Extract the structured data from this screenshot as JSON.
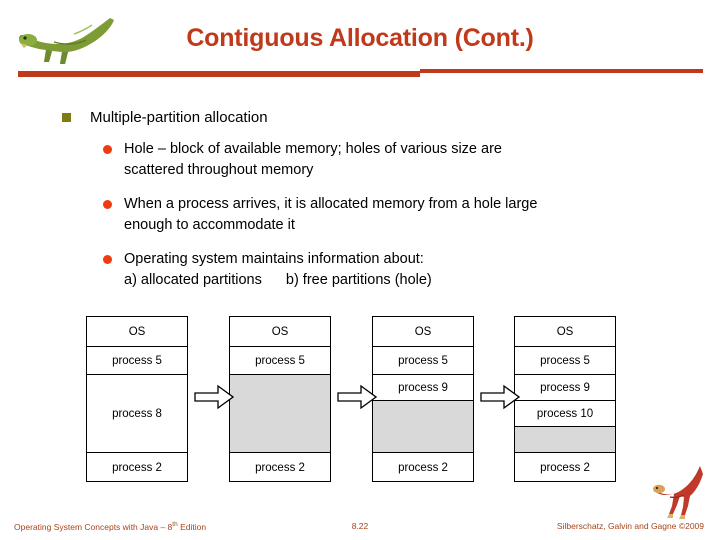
{
  "slide": {
    "title": "Contiguous Allocation (Cont.)",
    "accent_color": "#C0391B",
    "bullet1_color": "#7E7B10",
    "bullet2_color": "#F03B12",
    "hole_color": "#D9D9D9"
  },
  "bullets": {
    "level1": "Multiple-partition allocation",
    "level2": [
      {
        "line1": "Hole – block of available memory; holes of various size are",
        "line2": "scattered throughout memory"
      },
      {
        "line1": "When a process arrives, it is allocated memory from a hole large",
        "line2": "enough to accommodate it"
      },
      {
        "line1": "Operating system maintains information about:",
        "line2a": "a) allocated partitions",
        "line2b": "b) free partitions (hole)"
      }
    ]
  },
  "diagram": {
    "columns": [
      {
        "name": "state-1",
        "blocks": [
          {
            "label": "OS",
            "type": "process",
            "height": 30
          },
          {
            "label": "process 5",
            "type": "process",
            "height": 28
          },
          {
            "label": "process 8",
            "type": "process",
            "height": 78
          },
          {
            "label": "process 2",
            "type": "process",
            "height": 30
          }
        ]
      },
      {
        "name": "state-2",
        "blocks": [
          {
            "label": "OS",
            "type": "process",
            "height": 30
          },
          {
            "label": "process 5",
            "type": "process",
            "height": 28
          },
          {
            "label": "",
            "type": "hole",
            "height": 78
          },
          {
            "label": "process 2",
            "type": "process",
            "height": 30
          }
        ]
      },
      {
        "name": "state-3",
        "blocks": [
          {
            "label": "OS",
            "type": "process",
            "height": 30
          },
          {
            "label": "process 5",
            "type": "process",
            "height": 28
          },
          {
            "label": "process 9",
            "type": "process",
            "height": 26
          },
          {
            "label": "",
            "type": "hole",
            "height": 52
          },
          {
            "label": "process 2",
            "type": "process",
            "height": 30
          }
        ]
      },
      {
        "name": "state-4",
        "blocks": [
          {
            "label": "OS",
            "type": "process",
            "height": 30
          },
          {
            "label": "process 5",
            "type": "process",
            "height": 28
          },
          {
            "label": "process 9",
            "type": "process",
            "height": 26
          },
          {
            "label": "process 10",
            "type": "process",
            "height": 26
          },
          {
            "label": "",
            "type": "hole",
            "height": 26
          },
          {
            "label": "process 2",
            "type": "process",
            "height": 30
          }
        ]
      }
    ],
    "arrow_count": 3
  },
  "footer": {
    "left_text": "Operating System Concepts with Java – 8",
    "left_sup": "th",
    "left_tail": " Edition",
    "page": "8.22",
    "right_text": "Silberschatz, Galvin and Gagne ©2009"
  }
}
